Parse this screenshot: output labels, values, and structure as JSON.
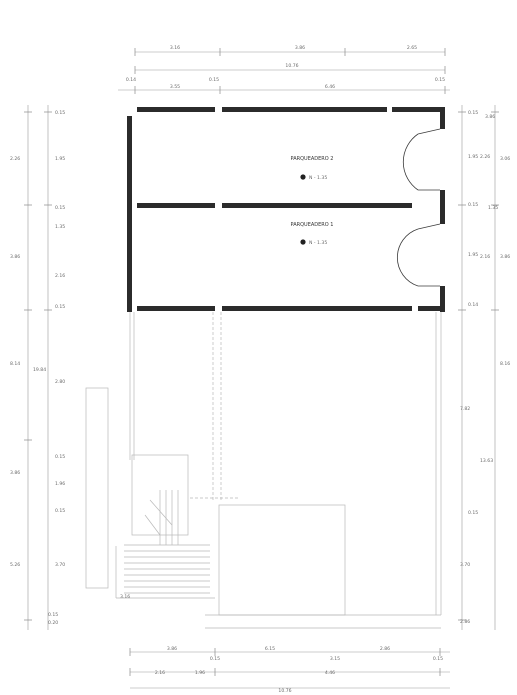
{
  "plan": {
    "rooms": [
      {
        "name": "PARQUEADERO 2",
        "level": "N - 1.35"
      },
      {
        "name": "PARQUEADERO 1",
        "level": "N - 1.35"
      }
    ],
    "top_dims": [
      "3.16",
      "3.86",
      "2.65",
      "10.76",
      "0.14",
      "3.55",
      "0.15",
      "6.46",
      "0.15"
    ],
    "left_dims": [
      "0.15",
      "2.26",
      "1.95",
      "0.15",
      "1.35",
      "3.86",
      "2.16",
      "0.15",
      "8.14",
      "19.84",
      "2.80",
      "3.86",
      "0.15",
      "1.96",
      "0.15",
      "5.26",
      "3.70",
      "0.15",
      "0.20"
    ],
    "right_dims": [
      "0.15",
      "3.86",
      "1.95",
      "2.26",
      "3.06",
      "0.15",
      "1.35",
      "1.95",
      "3.86",
      "2.16",
      "0.14",
      "8.16",
      "7.82",
      "13.63",
      "0.15",
      "3.70",
      "2.86"
    ],
    "bottom_dims": [
      "3.86",
      "0.15",
      "6.15",
      "3.15",
      "2.86",
      "0.15",
      "2.16",
      "1.96",
      "4.46",
      "10.76"
    ],
    "misc_dims": [
      "3.16"
    ],
    "colors": {
      "wall": "#2b2b2b",
      "linework": "#b9b9b9",
      "dimension_text": "#6a6a6a"
    }
  }
}
